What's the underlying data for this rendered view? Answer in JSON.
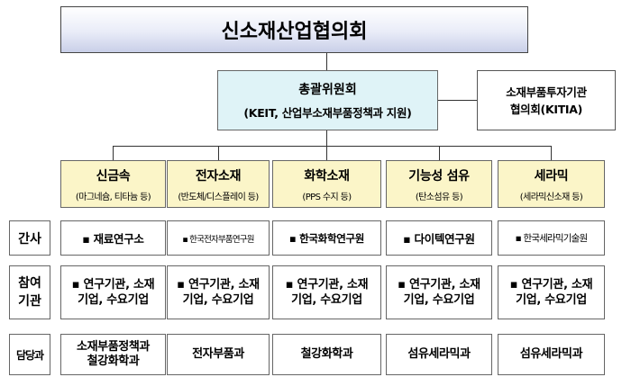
{
  "title": "신소재산업협의회",
  "central": {
    "line1": "총괄위원회",
    "line2": "(KEIT, 산업부소재부품정책과 지원)"
  },
  "side": {
    "line1": "소재부품투자기관",
    "line2": "협의회(KITIA)"
  },
  "categories": [
    {
      "name": "신금속",
      "sub": "(마그네슘, 티타늄 등)"
    },
    {
      "name": "전자소재",
      "sub": "(반도체/디스플레이 등)"
    },
    {
      "name": "화학소재",
      "sub": "(PPS 수지 등)"
    },
    {
      "name": "기능성 섬유",
      "sub": "(탄소섬유 등)"
    },
    {
      "name": "세라믹",
      "sub": "(세라믹신소재 등)"
    }
  ],
  "rows": {
    "secretariat": "간사",
    "participant_line1": "참여",
    "participant_line2": "기관",
    "dept_label": "담당과"
  },
  "secretariat": [
    "▪ 재료연구소",
    "▪ 한국전자부품연구원",
    "▪ 한국화학연구원",
    "▪ 다이텍연구원",
    "▪ 한국세라믹기술원"
  ],
  "participants": {
    "line1": "▪ 연구기관, 소재",
    "line2": "기업, 수요기업"
  },
  "departments": [
    {
      "line1": "소재부품정책과",
      "line2": "철강화학과"
    },
    {
      "line1": "전자부품과",
      "line2": ""
    },
    {
      "line1": "철강화학과",
      "line2": ""
    },
    {
      "line1": "섬유세라믹과",
      "line2": ""
    },
    {
      "line1": "섬유세라믹과",
      "line2": ""
    }
  ]
}
